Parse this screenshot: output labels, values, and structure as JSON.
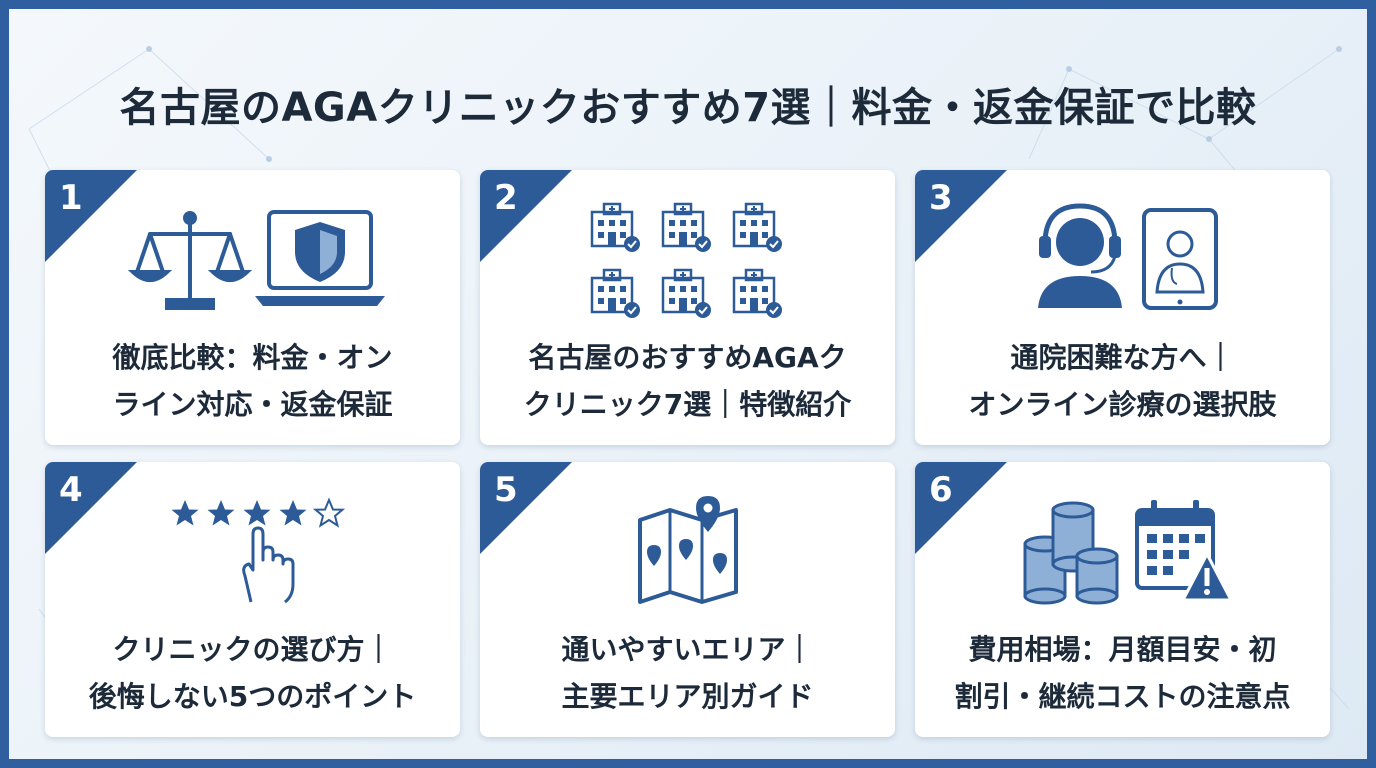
{
  "title": "名古屋のAGAクリニックおすすめ7選｜料金・返金保証で比較",
  "colors": {
    "accent": "#2d5b98",
    "frame": "#2f5f9e",
    "text": "#1d2a3a"
  },
  "cards": [
    {
      "number": "1",
      "icons": [
        "scale-icon",
        "laptop-shield-icon"
      ],
      "lines": [
        "徹底比較：料金・オン",
        "ライン対応・返金保証"
      ]
    },
    {
      "number": "2",
      "icons": [
        "clinic-building-check-icon"
      ],
      "lines": [
        "名古屋のおすすめAGAク",
        "クリニック7選｜特徴紹介"
      ]
    },
    {
      "number": "3",
      "icons": [
        "headset-operator-icon",
        "tablet-doctor-icon"
      ],
      "lines": [
        "通院困難な方へ｜",
        "オンライン診療の選択肢"
      ]
    },
    {
      "number": "4",
      "icons": [
        "star-rating-icon",
        "pointing-hand-icon"
      ],
      "rating": 4,
      "lines": [
        "クリニックの選び方｜",
        "後悔しない5つのポイント"
      ]
    },
    {
      "number": "5",
      "icons": [
        "map-pins-icon"
      ],
      "lines": [
        "通いやすいエリア｜",
        "主要エリア別ガイド"
      ]
    },
    {
      "number": "6",
      "icons": [
        "coin-stack-icon",
        "calendar-warning-icon"
      ],
      "lines": [
        "費用相場：月額目安・初",
        "割引・継続コストの注意点"
      ]
    }
  ]
}
